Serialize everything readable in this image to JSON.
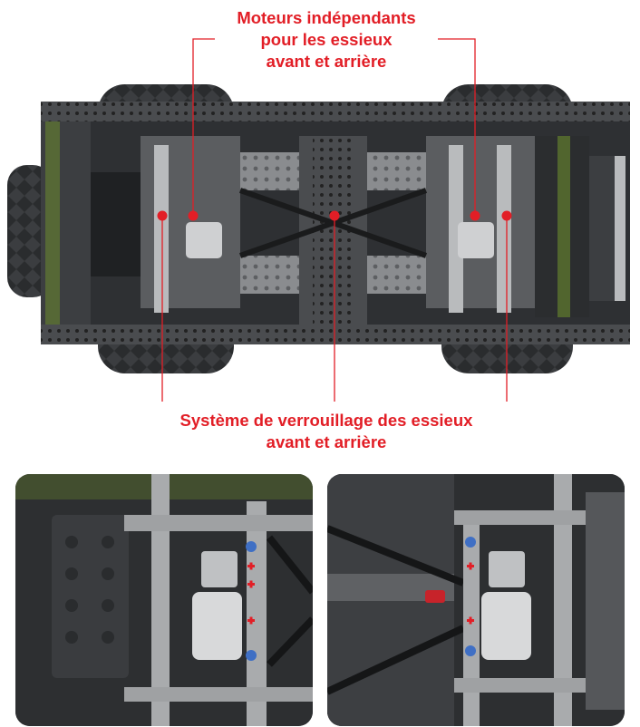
{
  "callouts": {
    "top": {
      "line1": "Moteurs indépendants",
      "line2": "pour les essieux",
      "line3": "avant et arrière"
    },
    "bottom": {
      "line1": "Système de verrouillage des essieux",
      "line2": "avant et arrière"
    }
  },
  "colors": {
    "accent": "#e21e26",
    "chassis_dark": "#2e3033",
    "chassis_grey": "#8a8c8f",
    "frame_light": "#b9bbbd",
    "lime_accent": "#6b8a2e",
    "tire": "#3b3d40"
  },
  "images": {
    "main": "chassis-top-view",
    "detail_left": "front-motor-closeup",
    "detail_right": "rear-motor-closeup"
  }
}
